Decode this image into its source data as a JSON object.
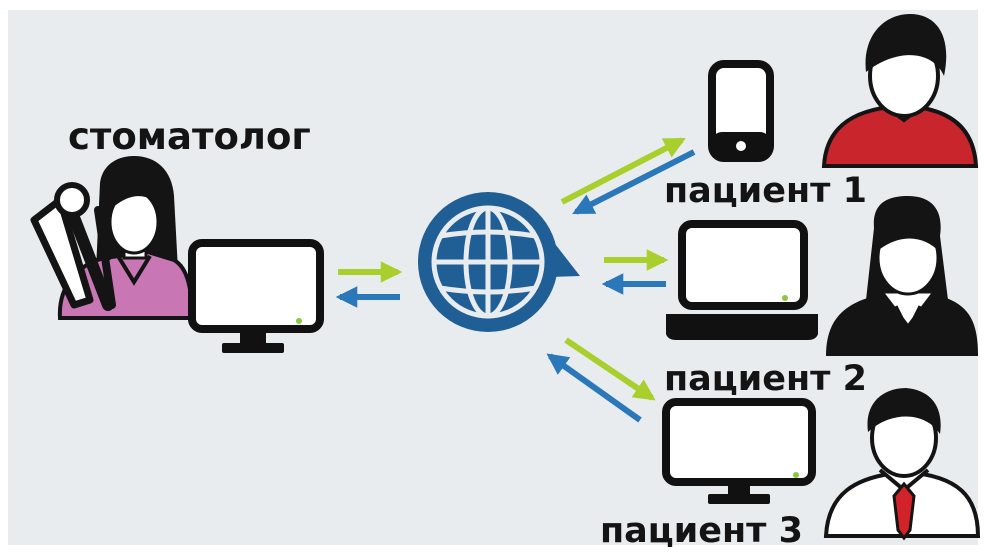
{
  "labels": {
    "dentist": "стоматолог",
    "patient1": "пациент 1",
    "patient2": "пациент 2",
    "patient3": "пациент 3"
  },
  "colors": {
    "background": "#e8ecee",
    "globe": "#1f5f96",
    "arrow_out": "#a8cf2c",
    "arrow_in": "#2a77b9",
    "dentist_shirt": "#c977b4",
    "patient1_shirt": "#c8262c",
    "patient3_tie": "#d2232a",
    "device": "#111111"
  },
  "icons": [
    "dentist-icon",
    "dental-tools-icon",
    "monitor-icon",
    "globe-icon",
    "smartphone-icon",
    "laptop-icon",
    "person-icon"
  ]
}
